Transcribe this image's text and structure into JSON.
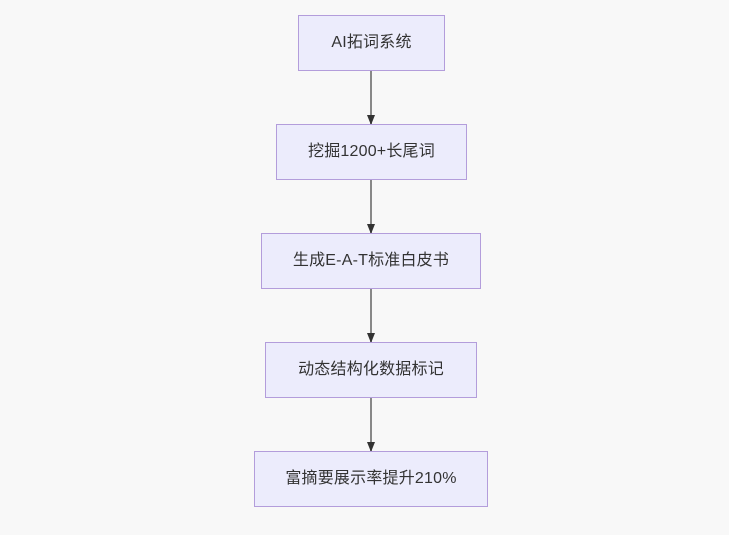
{
  "diagram": {
    "type": "flowchart",
    "direction": "top-to-bottom",
    "background_color": "#f8f8f8",
    "node_fill_color": "#ececfc",
    "node_border_color": "#b39ddb",
    "node_text_color": "#333333",
    "edge_color": "#888888",
    "arrowhead_color": "#333333",
    "nodes": [
      {
        "id": "n1",
        "label": "AI拓词系统"
      },
      {
        "id": "n2",
        "label": "挖掘1200+长尾词"
      },
      {
        "id": "n3",
        "label": "生成E-A-T标准白皮书"
      },
      {
        "id": "n4",
        "label": "动态结构化数据标记"
      },
      {
        "id": "n5",
        "label": "富摘要展示率提升210%"
      }
    ],
    "edges": [
      {
        "from": "n1",
        "to": "n2",
        "label": ""
      },
      {
        "from": "n2",
        "to": "n3",
        "label": ""
      },
      {
        "from": "n3",
        "to": "n4",
        "label": ""
      },
      {
        "from": "n4",
        "to": "n5",
        "label": ""
      }
    ]
  }
}
